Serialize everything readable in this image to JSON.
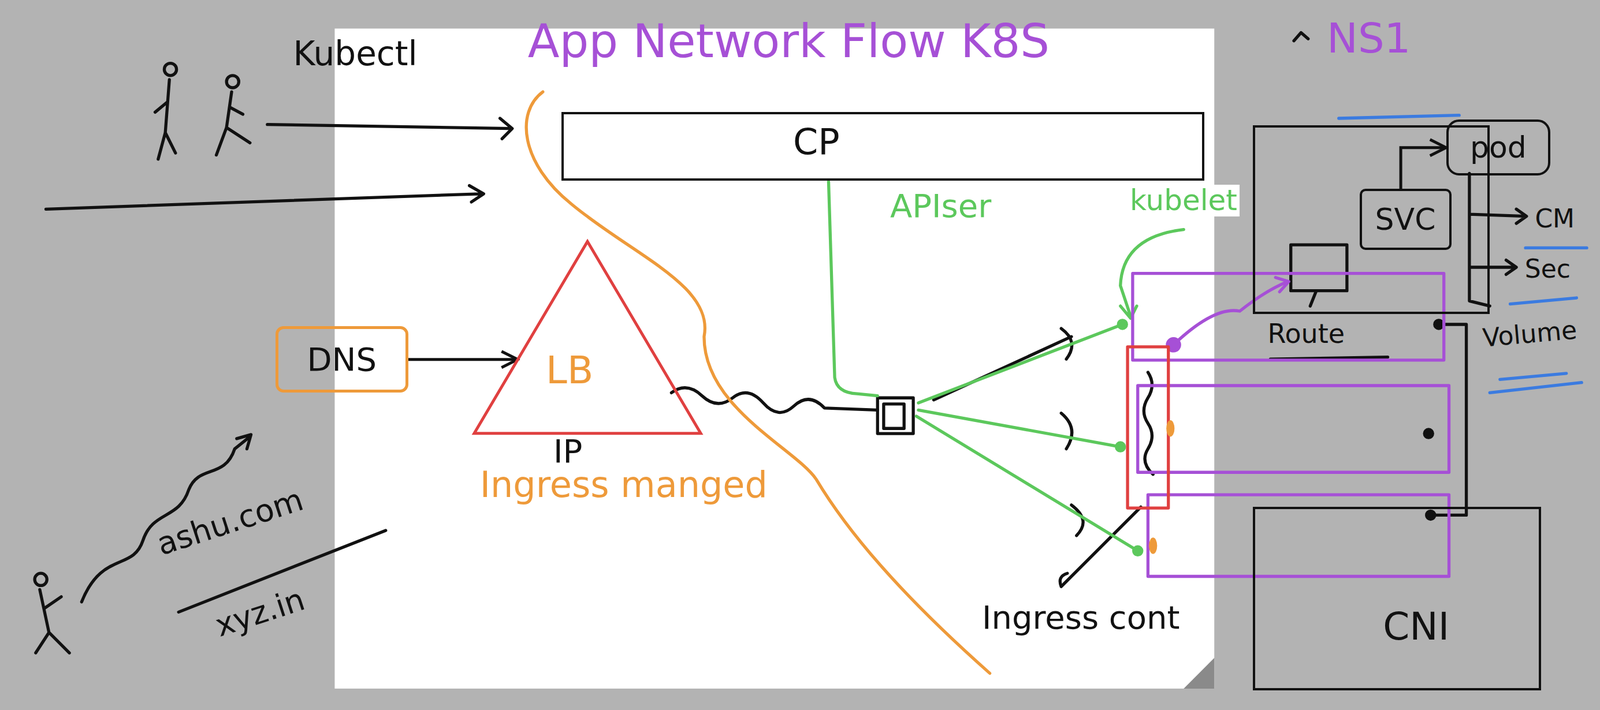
{
  "diagram": {
    "title": "App Network Flow K8S",
    "nodes": [
      {
        "text": [
          "CP",
          "APIser"
        ]
      },
      {
        "text": [
          "NS1"
        ]
      },
      {
        "text": [
          "pod"
        ],
        "in": 1
      },
      {
        "text": [
          "SVC"
        ],
        "in": 1
      },
      {
        "text": [
          "DNS"
        ]
      },
      {
        "text": [
          "LB"
        ]
      },
      {
        "text": [
          "CNI"
        ]
      }
    ],
    "edges": [
      {
        "from": 4,
        "to": 5,
        "arrow": "to"
      },
      {
        "from": 3,
        "to": 2,
        "arrow": "to"
      }
    ],
    "labels": [
      "Kubectl",
      "kubelet",
      "IP",
      "Ingress manged",
      "ashu.com",
      "xyz.in",
      "Ingress cont",
      "Route",
      "CM",
      "Sec",
      "Volume"
    ]
  }
}
